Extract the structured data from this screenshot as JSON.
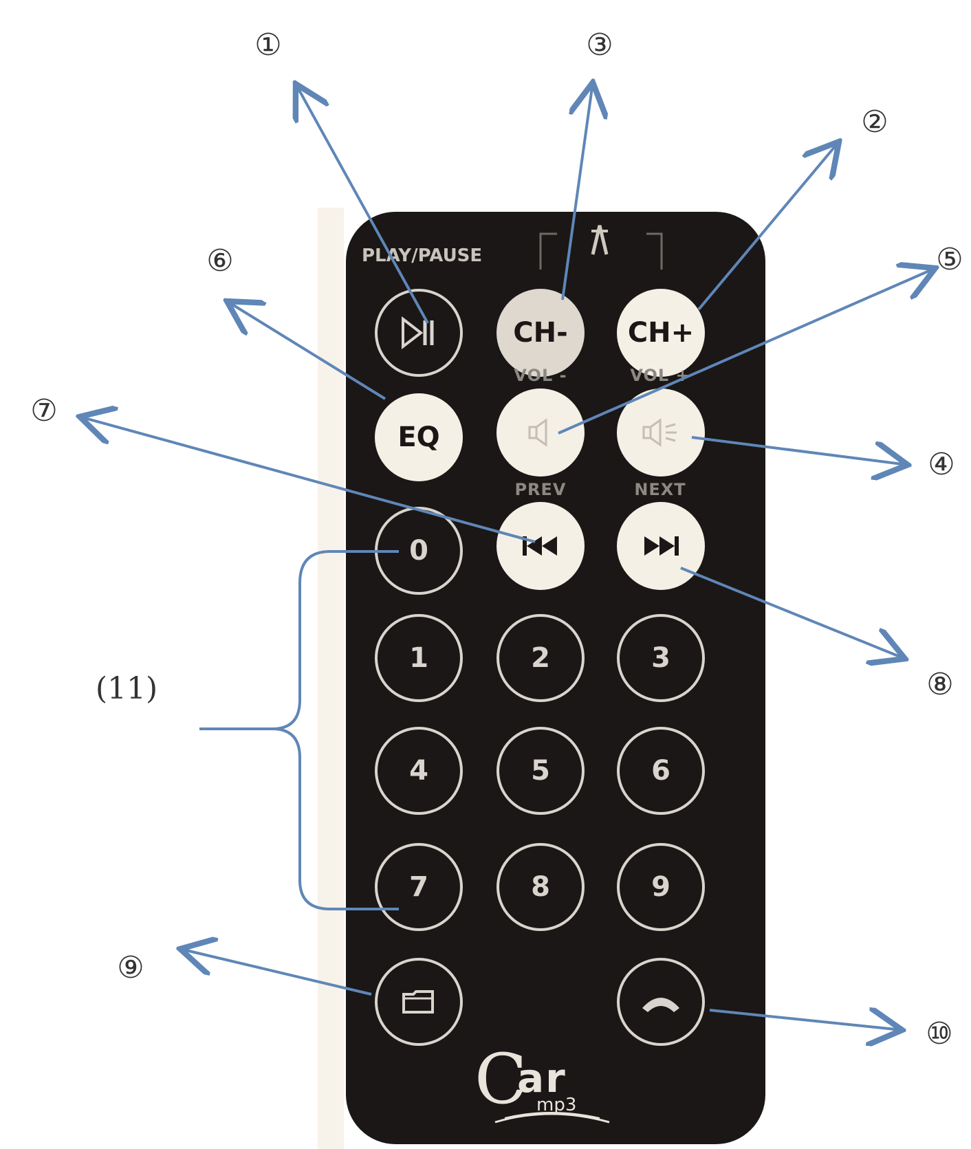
{
  "callouts": [
    "①",
    "②",
    "③",
    "④",
    "⑤",
    "⑥",
    "⑦",
    "⑧",
    "⑨",
    "⑩",
    "(11)"
  ],
  "remote": {
    "play_pause_caption": "PLAY/PAUSE",
    "ch_minus": "CH-",
    "ch_plus": "CH+",
    "eq": "EQ",
    "vol_minus_caption": "VOL -",
    "vol_plus_caption": "VOL +",
    "prev_caption": "PREV",
    "next_caption": "NEXT",
    "digits": [
      "0",
      "1",
      "2",
      "3",
      "4",
      "5",
      "6",
      "7",
      "8",
      "9"
    ],
    "brand": {
      "c": "C",
      "ar": "ar",
      "mp3": "mp3"
    }
  },
  "colors": {
    "body": "#1a1716",
    "button_fill": "#f4f0e6",
    "arrow": "#5f86b7"
  },
  "icons": [
    "play-pause-icon",
    "volume-down-icon",
    "volume-up-icon",
    "previous-track-icon",
    "next-track-icon",
    "folder-icon",
    "hang-up-icon",
    "antenna-icon"
  ]
}
